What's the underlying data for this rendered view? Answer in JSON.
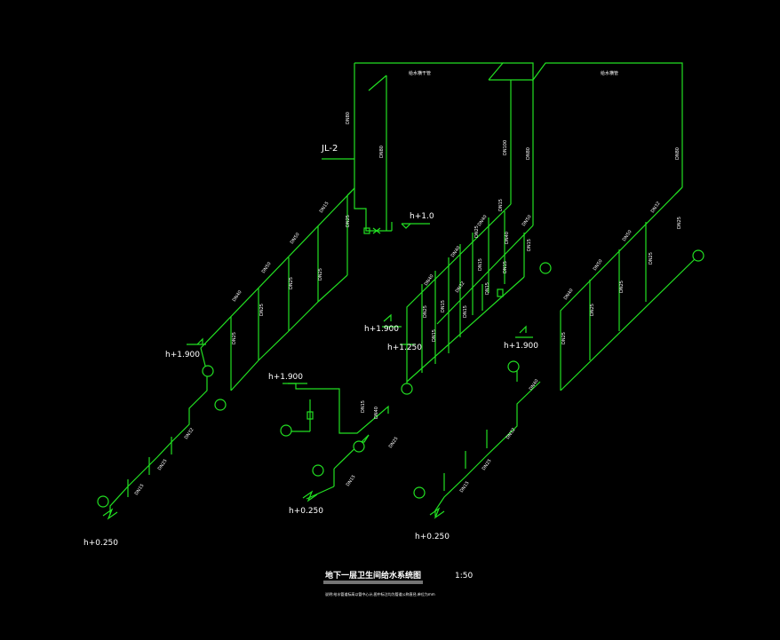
{
  "drawing": {
    "riser_tag": "JL-2",
    "title": "地下一层卫生间给水系统图",
    "scale": "1:50",
    "note": "说明:给水管道标高以管中心计,图中标注均为管道公称直径,单位为mm"
  },
  "levels": {
    "l1": "h+1.0",
    "l2": "h+1.900",
    "l3": "h+1.900",
    "l4": "h+1.900",
    "l5": "h+1.900",
    "l6": "h+1.250",
    "l7": "h+0.250",
    "l8": "h+0.250",
    "l9": "h+0.250"
  },
  "dn": {
    "dn20": "DN20",
    "dn25": "DN25",
    "dn32": "DN32",
    "dn40": "DN40",
    "dn50": "DN50",
    "dn15": "DN15",
    "dn80": "DN80",
    "dn100": "DN100"
  },
  "top_labels": {
    "a": "给水横干管",
    "b": "给水横管"
  },
  "colors": {
    "pipe": "#22e022",
    "text": "#ffffff",
    "background": "#000000"
  }
}
